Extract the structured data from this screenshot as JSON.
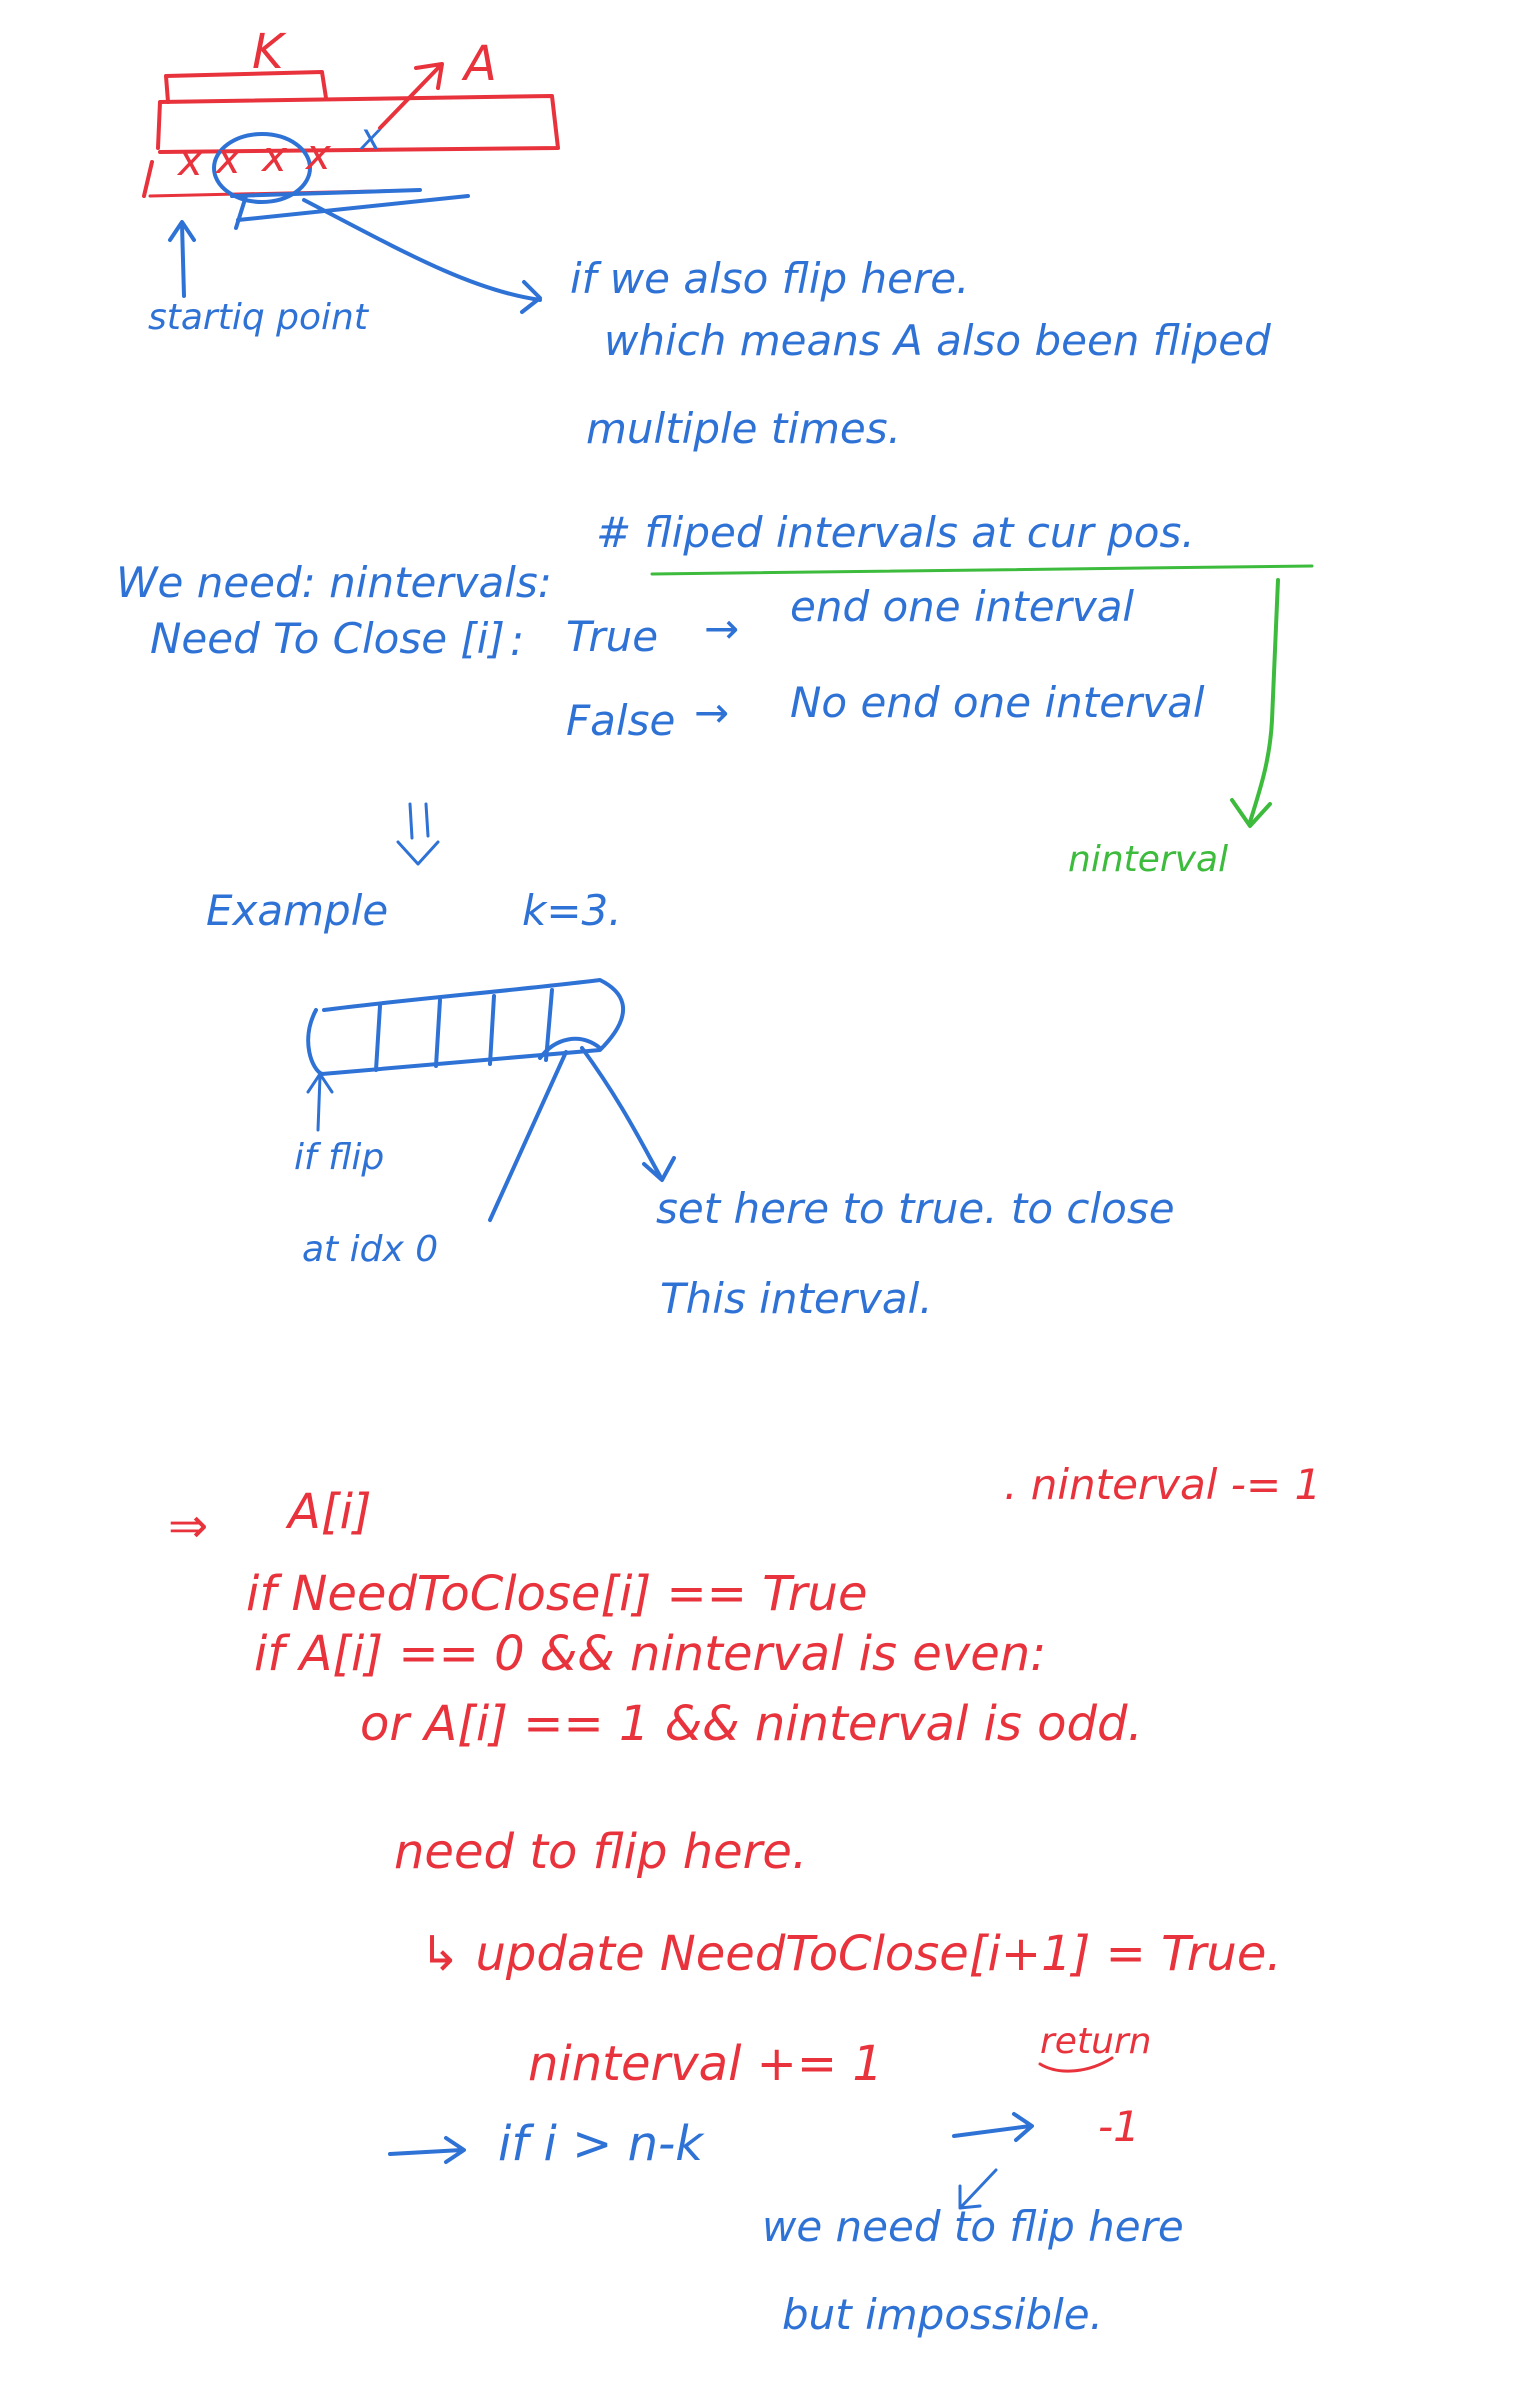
{
  "sketch": {
    "label_k": "K",
    "label_a": "A",
    "label_x": "x",
    "starting_point": "startiq point",
    "note": [
      "if we also flip here.",
      "which means A also been fliped",
      "multiple times."
    ]
  },
  "definitions": {
    "we_need": "We need: nintervals:",
    "flipped_intervals": "# fliped intervals at cur pos.",
    "need_to_close": "Need To Close [i]",
    "colon": ":",
    "true_label": "True",
    "true_desc": "end one interval",
    "false_label": "False",
    "false_desc": "No end one interval",
    "ninterval_label": "ninterval",
    "arrow": "→",
    "down_arrow": "⇓"
  },
  "example": {
    "title": "Example",
    "k_value": "k=3.",
    "if_flip": "if flip",
    "at_idx0": "at idx 0",
    "set_here": "set here to true. to close",
    "this_interval": "This interval."
  },
  "algorithm": {
    "arrow": "⇒",
    "a_i": "A[i]",
    "if_need_close": "if NeedToClose[i] == True",
    "ninterval_dec": ". ninterval -= 1",
    "if_a0": "if A[i] == 0 && ninterval is even:",
    "or_a1": "or A[i] == 1 && ninterval is odd.",
    "need_flip": "need to flip here.",
    "update": "↳ update NeedToClose[i+1] = True.",
    "ninterval_inc": "ninterval += 1",
    "if_i_gt": "if i > n-k",
    "return_label": "return",
    "minus_one": "-1",
    "we_need_flip": "we need to flip here",
    "but_impossible": "but impossible."
  },
  "colors": {
    "red": "#e8323c",
    "blue": "#2f72d6",
    "green": "#3dbb3d"
  }
}
